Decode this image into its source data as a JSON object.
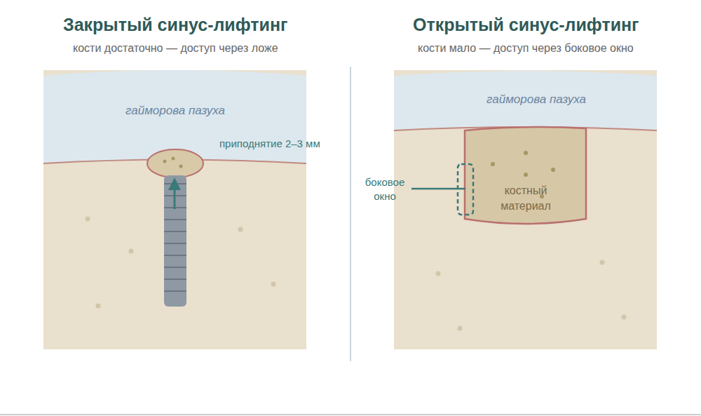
{
  "diagram": {
    "nodes": [
      {
        "text": [
          "гайморова пазуха"
        ]
      },
      {
        "text": [
          "гайморова пазуха"
        ]
      },
      {
        "text": [
          "костный материал"
        ]
      }
    ],
    "labels": [
      "Закрытый синус-лифтинг",
      "кости достаточно — доступ через ложе",
      "приподнятие 2–3 мм",
      "Открытый синус-лифтинг",
      "кости мало — доступ через боковое окно",
      "боковое окно"
    ]
  }
}
